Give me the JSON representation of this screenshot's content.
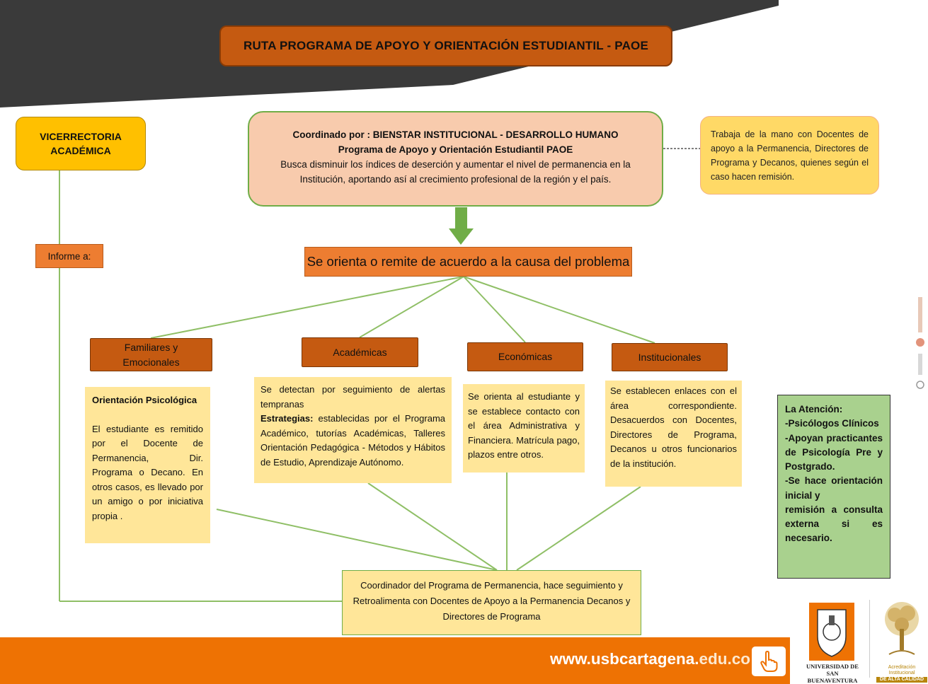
{
  "title": "RUTA PROGRAMA DE APOYO Y ORIENTACIÓN ESTUDIANTIL - PAOE",
  "vicerrectoria": "VICERRECTORIA ACADÉMICA",
  "coordinado": {
    "line1": "Coordinado por : BIENSTAR INSTITUCIONAL  - DESARROLLO HUMANO",
    "line2": "Programa de Apoyo y Orientación Estudiantil PAOE",
    "line3": "Busca disminuir los índices de deserción y aumentar el nivel de permanencia en la Institución, aportando así al crecimiento profesional de la región y el país."
  },
  "side_note": "Trabaja de la mano con Docentes de apoyo a la Permanencia,  Directores de Programa y Decanos, quienes según el caso hacen remisión.",
  "informe": "Informe a:",
  "orienta": "Se orienta  o remite de acuerdo a la causa del problema",
  "categories": {
    "familiares": "Familiares  y Emocionales",
    "academicas": "Académicas",
    "economicas": "Económicas",
    "institucionales": "Institucionales"
  },
  "boxes": {
    "psico_title": "Orientación Psicológica",
    "psico_body": "El estudiante es remitido por el Docente de Permanencia, Dir. Programa o Decano.  En otros casos, es llevado por un amigo o por iniciativa propia .",
    "acad_body1": "Se detectan por seguimiento de alertas tempranas",
    "acad_strong": "Estrategias:",
    "acad_body2": " establecidas por el Programa Académico, tutorías Académicas, Talleres Orientación Pedagógica - Métodos y Hábitos de Estudio, Aprendizaje Autónomo.",
    "econ_body": "Se orienta al estudiante y se establece contacto con el área Administrativa y Financiera. Matrícula pago, plazos entre otros.",
    "inst_body": "Se establecen enlaces con el área correspondiente. Desacuerdos con Docentes, Directores de Programa, Decanos u otros funcionarios de la institución."
  },
  "atencion": {
    "title": "La Atención:",
    "items": [
      "-Psicólogos Clínicos",
      "-Apoyan practicantes de Psicología Pre y Postgrado.",
      "-Se hace orientación inicial y",
      "remisión a consulta externa si es necesario."
    ]
  },
  "bottom_box": "Coordinador del Programa de Permanencia, hace seguimiento  y Retroalimenta con Docentes de Apoyo a la Permanencia Decanos y Directores de Programa",
  "footer": {
    "url_prefix": "www.usbcartagena.",
    "url_suffix": "edu.co",
    "usb_name_1": "UNIVERSIDAD DE",
    "usb_name_2": "SAN BUENAVENTURA",
    "acred_1": "Acreditación Institucional",
    "acred_2": "DE ALTA CALIDAD"
  },
  "colors": {
    "title_bg": "#c55a11",
    "vice_bg": "#ffc000",
    "coord_bg": "#f8cbad",
    "coord_border": "#70ad47",
    "note_bg": "#ffd966",
    "orange": "#ed7d31",
    "yellow_box": "#ffe699",
    "atencion_bg": "#a9d18e",
    "arrow": "#70ad47",
    "connector": "#8fbf66",
    "footer_bg": "#ee7203",
    "dark_band": "#3a3a3a"
  }
}
